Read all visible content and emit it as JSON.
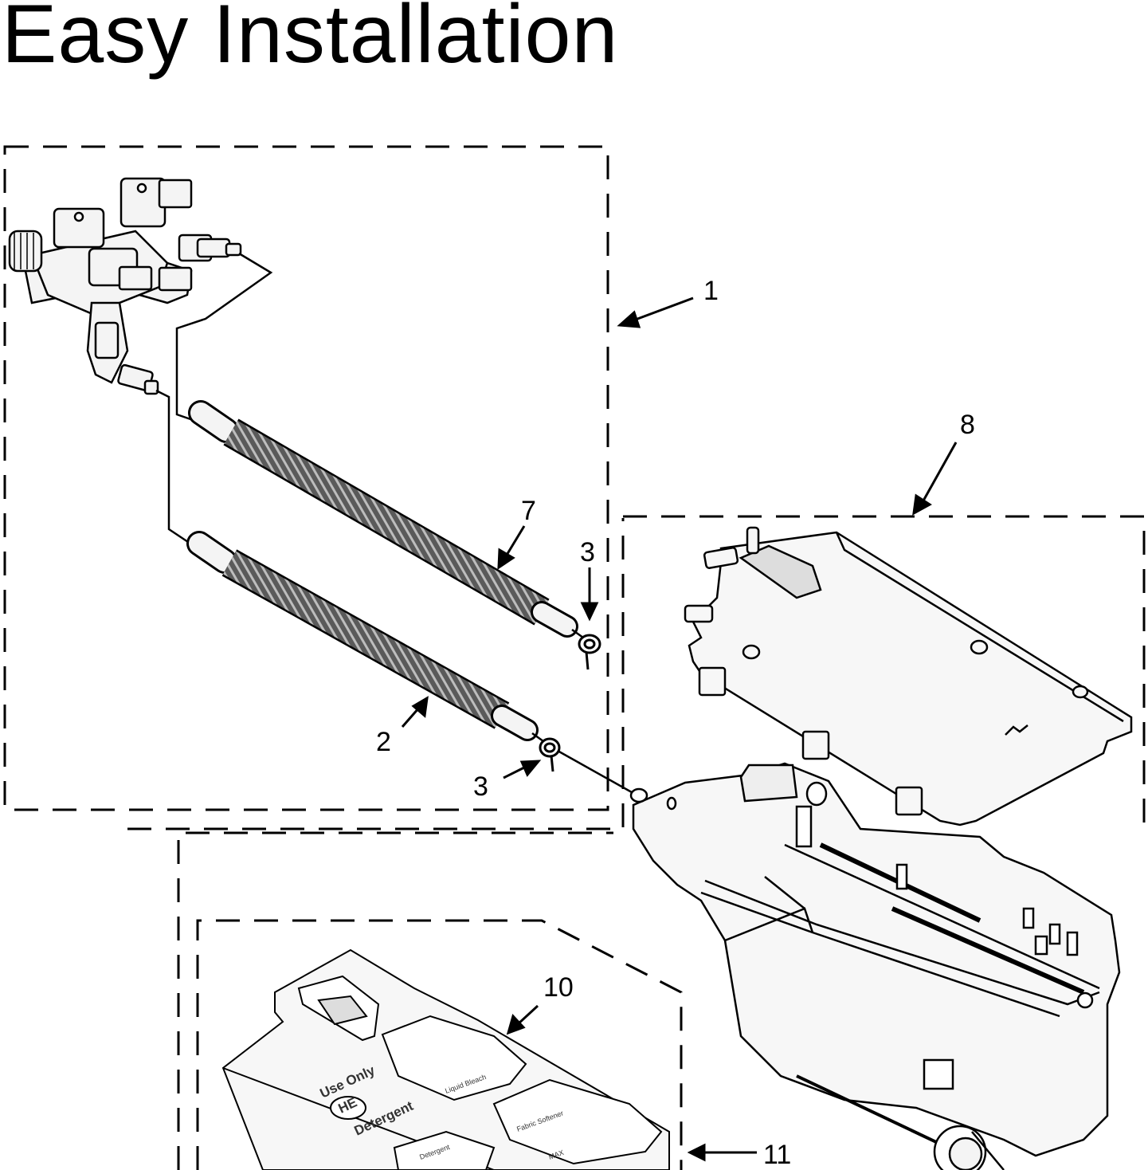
{
  "title": "Easy Installation",
  "callouts": [
    {
      "id": "1",
      "text": "1"
    },
    {
      "id": "2",
      "text": "2"
    },
    {
      "id": "3a",
      "text": "3"
    },
    {
      "id": "3b",
      "text": "3"
    },
    {
      "id": "7",
      "text": "7"
    },
    {
      "id": "8",
      "text": "8"
    },
    {
      "id": "10",
      "text": "10"
    },
    {
      "id": "11",
      "text": "11"
    }
  ],
  "tray_labels": {
    "logo_line1": "Use Only",
    "logo_line2": "Detergent",
    "logo_mark": "HE",
    "cup_1": "Liquid Bleach",
    "cup_2": "Fabric Softener",
    "cup_3": "Detergent",
    "cup_4": "MAX"
  },
  "colors": {
    "line": "#000000",
    "hose_fill": "#4a4a4a",
    "part_fill": "#f4f4f4"
  }
}
